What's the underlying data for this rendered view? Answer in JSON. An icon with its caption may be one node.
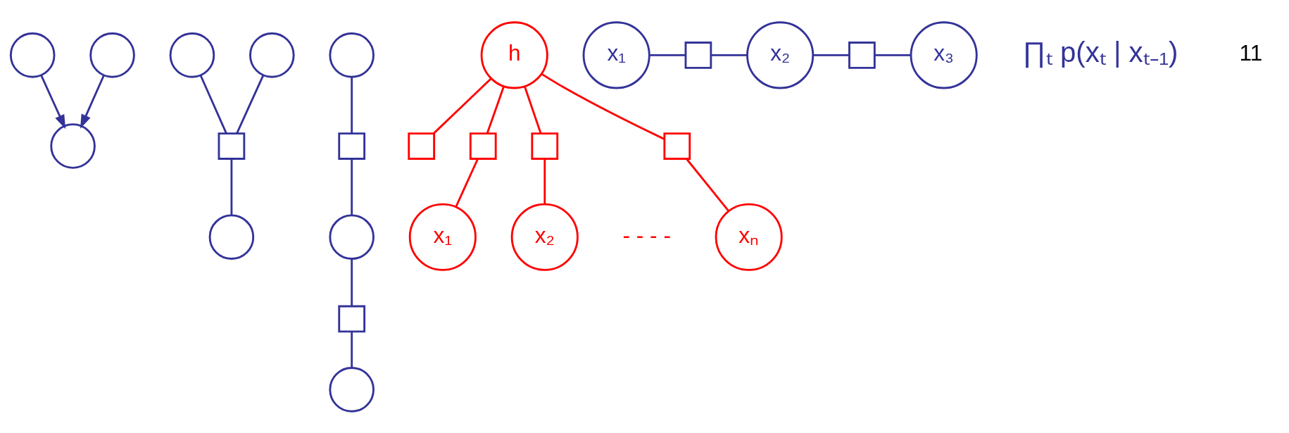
{
  "diagram": {
    "nodes": [
      {
        "text": [],
        "shape": "circle"
      },
      {
        "text": [],
        "shape": "circle"
      },
      {
        "text": [],
        "shape": "circle"
      },
      {
        "text": [],
        "shape": "circle"
      },
      {
        "text": [],
        "shape": "circle"
      },
      {
        "text": [],
        "shape": "box"
      },
      {
        "text": [],
        "shape": "circle"
      },
      {
        "text": [],
        "shape": "circle"
      },
      {
        "text": [],
        "shape": "box"
      },
      {
        "text": [],
        "shape": "circle"
      },
      {
        "text": [],
        "shape": "box"
      },
      {
        "text": [],
        "shape": "circle"
      },
      {
        "text": [
          "h"
        ]
      },
      {
        "text": [],
        "shape": "box"
      },
      {
        "text": [],
        "shape": "box"
      },
      {
        "text": [],
        "shape": "box"
      },
      {
        "text": [],
        "shape": "box"
      },
      {
        "text": [
          "x₁"
        ]
      },
      {
        "text": [
          "x₂"
        ]
      },
      {
        "text": [
          "xₙ"
        ]
      },
      {
        "text": [
          "x₁"
        ]
      },
      {
        "text": [],
        "shape": "box"
      },
      {
        "text": [
          "x₂"
        ]
      },
      {
        "text": [],
        "shape": "box"
      },
      {
        "text": [
          "x₃"
        ]
      }
    ],
    "edges": [
      {
        "from": 0,
        "to": 2,
        "arrow": "to"
      },
      {
        "from": 1,
        "to": 2,
        "arrow": "to"
      },
      {
        "from": 3,
        "to": 5,
        "arrow": "none"
      },
      {
        "from": 4,
        "to": 5,
        "arrow": "none"
      },
      {
        "from": 5,
        "to": 6,
        "arrow": "none"
      },
      {
        "from": 7,
        "to": 8,
        "arrow": "none"
      },
      {
        "from": 8,
        "to": 9,
        "arrow": "none"
      },
      {
        "from": 9,
        "to": 10,
        "arrow": "none"
      },
      {
        "from": 10,
        "to": 11,
        "arrow": "none"
      },
      {
        "from": 12,
        "to": 13,
        "arrow": "none",
        "color": "#ff0000"
      },
      {
        "from": 12,
        "to": 14,
        "arrow": "none",
        "color": "#ff0000"
      },
      {
        "from": 12,
        "to": 15,
        "arrow": "none",
        "color": "#ff0000"
      },
      {
        "from": 12,
        "to": 16,
        "arrow": "none",
        "color": "#ff0000"
      },
      {
        "from": 14,
        "to": 17,
        "arrow": "none",
        "color": "#ff0000"
      },
      {
        "from": 15,
        "to": 18,
        "arrow": "none",
        "color": "#ff0000"
      },
      {
        "from": 16,
        "to": 19,
        "arrow": "none",
        "color": "#ff0000"
      },
      {
        "from": 20,
        "to": 21,
        "arrow": "none"
      },
      {
        "from": 21,
        "to": 22,
        "arrow": "none"
      },
      {
        "from": 22,
        "to": 23,
        "arrow": "none"
      },
      {
        "from": 23,
        "to": 24,
        "arrow": "none"
      }
    ],
    "labels": [
      "∏ₜ p(xₜ | xₜ₋₁)",
      "- - - -",
      "11"
    ]
  }
}
